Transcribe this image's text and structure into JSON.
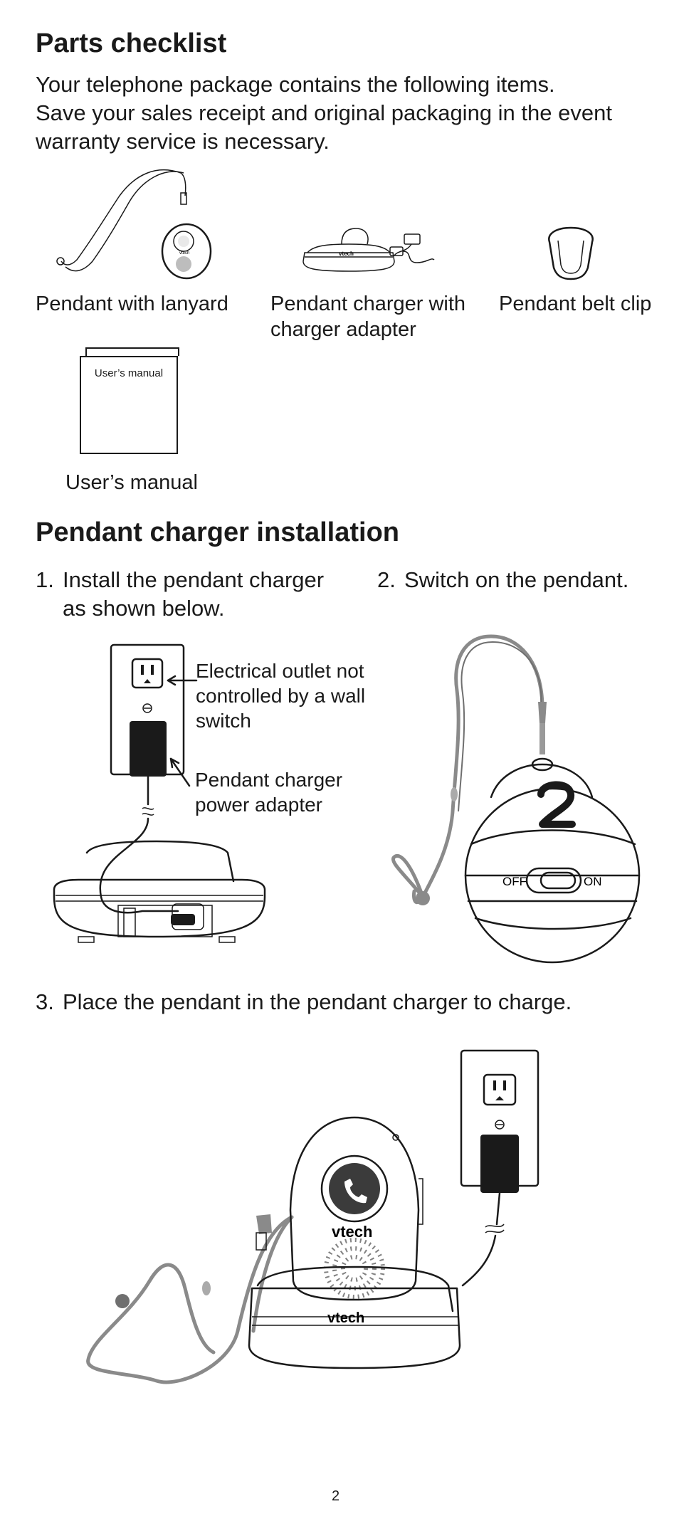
{
  "parts": {
    "title": "Parts checklist",
    "intro_line1": "Your telephone package contains the following items.",
    "intro_line2": "Save your sales receipt and original packaging in the event",
    "intro_line3": "warranty service is necessary.",
    "items": [
      {
        "label_line1": "Pendant with lanyard",
        "label_line2": ""
      },
      {
        "label_line1": "Pendant charger with",
        "label_line2": "charger adapter"
      },
      {
        "label_line1": "Pendant belt clip",
        "label_line2": ""
      },
      {
        "label_line1": "User’s manual",
        "label_line2": ""
      }
    ],
    "manual_cover_text": "User’s manual",
    "charger_brand": "vtech"
  },
  "installation": {
    "title": "Pendant charger installation",
    "step1_num": "1.",
    "step1_line1": "Install the pendant charger",
    "step1_line2": "as shown below.",
    "step2_num": "2.",
    "step2_text": "Switch on the pendant.",
    "step3_num": "3.",
    "step3_text": "Place the pendant in the pendant charger to charge.",
    "callout_outlet_line1": "Electrical outlet not",
    "callout_outlet_line2": "controlled by a wall",
    "callout_outlet_line3": "switch",
    "callout_adapter_line1": "Pendant charger",
    "callout_adapter_line2": "power adapter",
    "switch_off": "OFF",
    "switch_on": "ON",
    "pendant_brand": "vtech",
    "charger_brand": "vtech"
  },
  "footer": {
    "page_number": "2"
  }
}
